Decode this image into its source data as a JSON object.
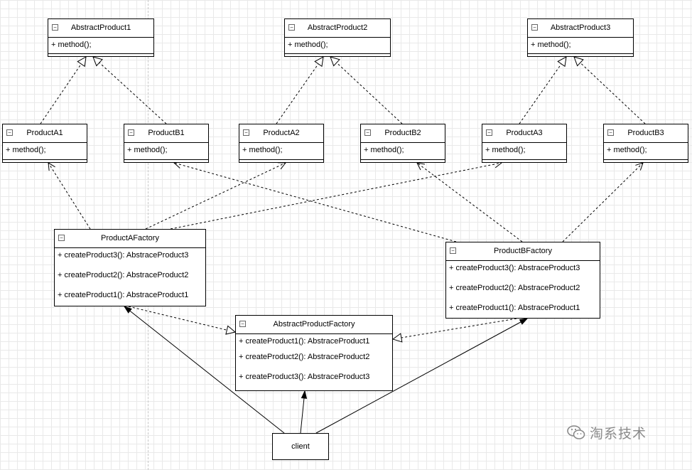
{
  "diagram": {
    "classes": [
      {
        "id": "abstract_product_1",
        "name": "AbstractProduct1",
        "operations": [
          "+ method();"
        ]
      },
      {
        "id": "abstract_product_2",
        "name": "AbstractProduct2",
        "operations": [
          "+ method();"
        ]
      },
      {
        "id": "abstract_product_3",
        "name": "AbstractProduct3",
        "operations": [
          "+ method();"
        ]
      },
      {
        "id": "product_a1",
        "name": "ProductA1",
        "operations": [
          "+ method();"
        ]
      },
      {
        "id": "product_b1",
        "name": "ProductB1",
        "operations": [
          "+ method();"
        ]
      },
      {
        "id": "product_a2",
        "name": "ProductA2",
        "operations": [
          "+ method();"
        ]
      },
      {
        "id": "product_b2",
        "name": "ProductB2",
        "operations": [
          "+ method();"
        ]
      },
      {
        "id": "product_a3",
        "name": "ProductA3",
        "operations": [
          "+ method();"
        ]
      },
      {
        "id": "product_b3",
        "name": "ProductB3",
        "operations": [
          "+ method();"
        ]
      },
      {
        "id": "product_a_factory",
        "name": "ProductAFactory",
        "operations": [
          "+ createProduct3(): AbstraceProduct3",
          "+ createProduct2(): AbstraceProduct2",
          "+ createProduct1(): AbstraceProduct1"
        ]
      },
      {
        "id": "product_b_factory",
        "name": "ProductBFactory",
        "operations": [
          "+ createProduct3(): AbstraceProduct3",
          "+ createProduct2(): AbstraceProduct2",
          "+ createProduct1(): AbstraceProduct1"
        ]
      },
      {
        "id": "abstract_product_factory",
        "name": "AbstractProductFactory",
        "operations": [
          "+ createProduct1(): AbstraceProduct1",
          "+ createProduct2(): AbstraceProduct2",
          "+ createProduct3(): AbstraceProduct3"
        ]
      }
    ],
    "client": {
      "label": "client"
    },
    "relations": [
      {
        "from": "product_a1",
        "to": "abstract_product_1",
        "kind": "realization"
      },
      {
        "from": "product_b1",
        "to": "abstract_product_1",
        "kind": "realization"
      },
      {
        "from": "product_a2",
        "to": "abstract_product_2",
        "kind": "realization"
      },
      {
        "from": "product_b2",
        "to": "abstract_product_2",
        "kind": "realization"
      },
      {
        "from": "product_a3",
        "to": "abstract_product_3",
        "kind": "realization"
      },
      {
        "from": "product_b3",
        "to": "abstract_product_3",
        "kind": "realization"
      },
      {
        "from": "product_a_factory",
        "to": "product_a1",
        "kind": "dependency"
      },
      {
        "from": "product_a_factory",
        "to": "product_a2",
        "kind": "dependency"
      },
      {
        "from": "product_a_factory",
        "to": "product_a3",
        "kind": "dependency"
      },
      {
        "from": "product_b_factory",
        "to": "product_b1",
        "kind": "dependency"
      },
      {
        "from": "product_b_factory",
        "to": "product_b2",
        "kind": "dependency"
      },
      {
        "from": "product_b_factory",
        "to": "product_b3",
        "kind": "dependency"
      },
      {
        "from": "product_a_factory",
        "to": "abstract_product_factory",
        "kind": "realization"
      },
      {
        "from": "product_b_factory",
        "to": "abstract_product_factory",
        "kind": "realization"
      },
      {
        "from": "client",
        "to": "product_a_factory",
        "kind": "association"
      },
      {
        "from": "client",
        "to": "abstract_product_factory",
        "kind": "association"
      },
      {
        "from": "client",
        "to": "product_b_factory",
        "kind": "association"
      }
    ]
  },
  "watermark": {
    "text": "淘系技术",
    "icon": "wechat-icon"
  },
  "colors": {
    "line": "#000000",
    "grid": "#e9e9e9",
    "watermark": "#8a8a8a"
  }
}
